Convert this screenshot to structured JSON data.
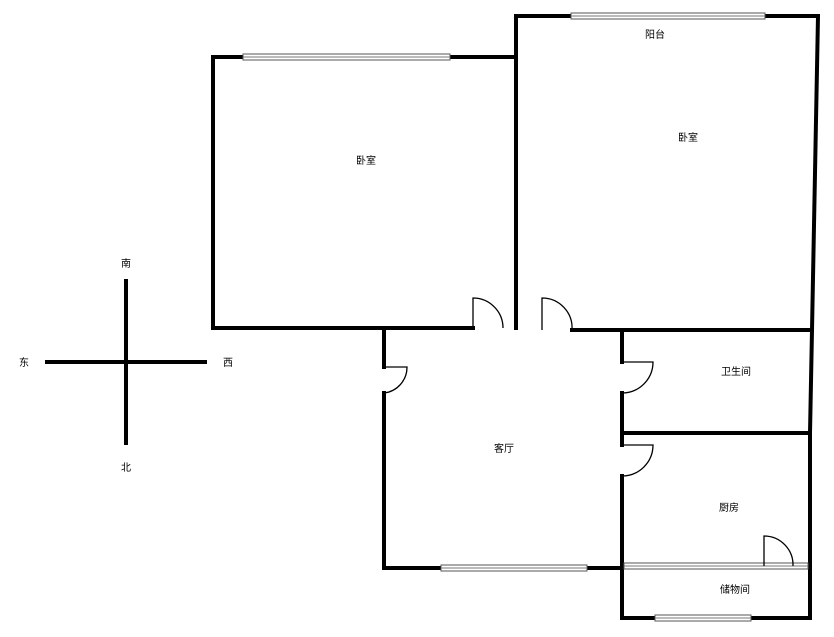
{
  "rooms": {
    "balcony": "阳台",
    "bedroom_left": "卧室",
    "bedroom_right": "卧室",
    "bathroom": "卫生间",
    "living_room": "客厅",
    "kitchen": "厨房",
    "storage": "储物间"
  },
  "compass": {
    "south": "南",
    "north": "北",
    "east": "东",
    "west": "西"
  }
}
